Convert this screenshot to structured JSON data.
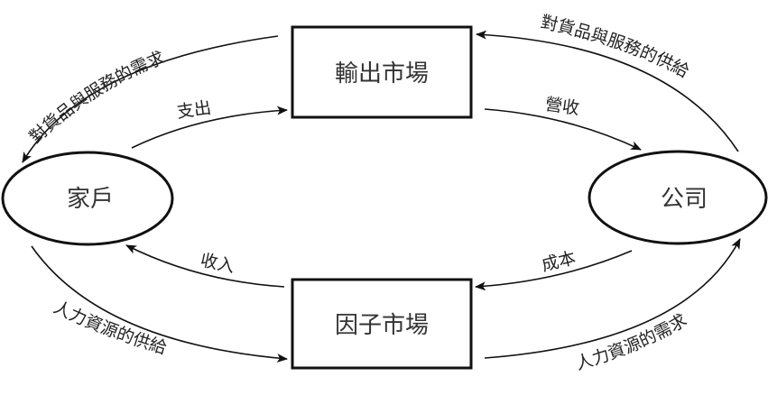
{
  "nodes": {
    "household": "家戶",
    "firm": "公司",
    "output_market": "輸出市場",
    "factor_market": "因子市場"
  },
  "flows": {
    "demand_goods": "對貨品與服務的需求",
    "spending": "支出",
    "supply_goods": "對貨品與服務的供給",
    "revenue": "營收",
    "income": "收入",
    "supply_labor": "人力資源的供給",
    "cost": "成本",
    "demand_labor": "人力資源的需求"
  },
  "colors": {
    "stroke": "#111111",
    "text": "#222222",
    "background": "#ffffff"
  }
}
